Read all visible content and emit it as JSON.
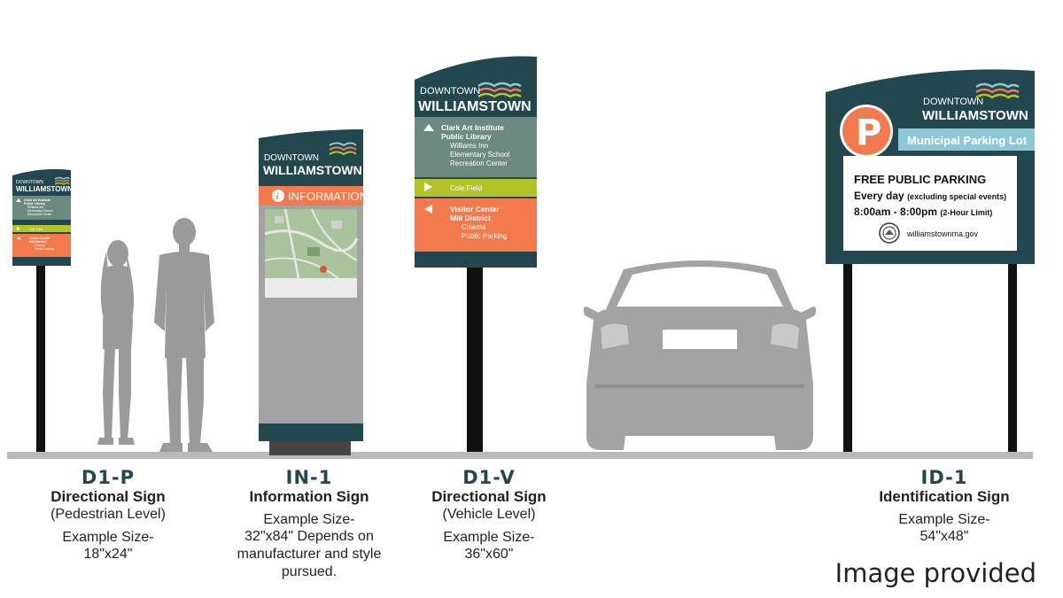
{
  "brand": {
    "line1": "DOWNTOWN",
    "line2": "WILLIAMSTOWN"
  },
  "colors": {
    "teal": "#23474f",
    "sage": "#6d8a81",
    "lime": "#b3c328",
    "orange": "#f27a4c",
    "ground": "#b9b9b9",
    "sky_blue": "#8cc8d8"
  },
  "d1p": {
    "destinations_1": [
      "Clark Art Institute",
      "Public Library"
    ],
    "sub_1": [
      "Williams Inn",
      "Elementary School",
      "Recreation Center"
    ],
    "band_lime": "Cole Field",
    "destinations_2": [
      "Visitor Center",
      "Mill District"
    ],
    "sub_2": [
      "Cinema",
      "Public Parking"
    ]
  },
  "in1": {
    "header": "INFORMATION",
    "info_glyph": "i"
  },
  "d1v": {
    "destinations_1": [
      "Clark Art Institute",
      "Public Library"
    ],
    "sub_1": [
      "Williams Inn",
      "Elementary School",
      "Recreation Center"
    ],
    "band_lime": "Cole Field",
    "destinations_2": [
      "Visitor Center",
      "Mill District"
    ],
    "sub_2": [
      "Cinema",
      "Public Parking"
    ]
  },
  "id1": {
    "p_letter": "P",
    "banner": "Municipal Parking Lot",
    "line1": "FREE PUBLIC PARKING",
    "line2_main": "Every day",
    "line2_note": "(excluding special events)",
    "line3_main": "8:00am - 8:00pm",
    "line3_note": "(2-Hour Limit)",
    "website": "williamstownma.gov"
  },
  "captions": {
    "d1p": {
      "code": "D1-P",
      "title": "Directional Sign",
      "sub": "(Pedestrian Level)",
      "size1": "Example Size-",
      "size2": "18\"x24\""
    },
    "in1": {
      "code": "IN-1",
      "title": "Information Sign",
      "size1": "Example Size-",
      "size2": "32\"x84\" Depends on",
      "size3": "manufacturer and style",
      "size4": "pursued."
    },
    "d1v": {
      "code": "D1-V",
      "title": "Directional Sign",
      "sub": "(Vehicle Level)",
      "size1": "Example Size-",
      "size2": "36\"x60\""
    },
    "id1": {
      "code": "ID-1",
      "title": "Identification Sign",
      "size1": "Example Size-",
      "size2": "54\"x48\""
    }
  },
  "footer": {
    "note": "Image provided"
  }
}
